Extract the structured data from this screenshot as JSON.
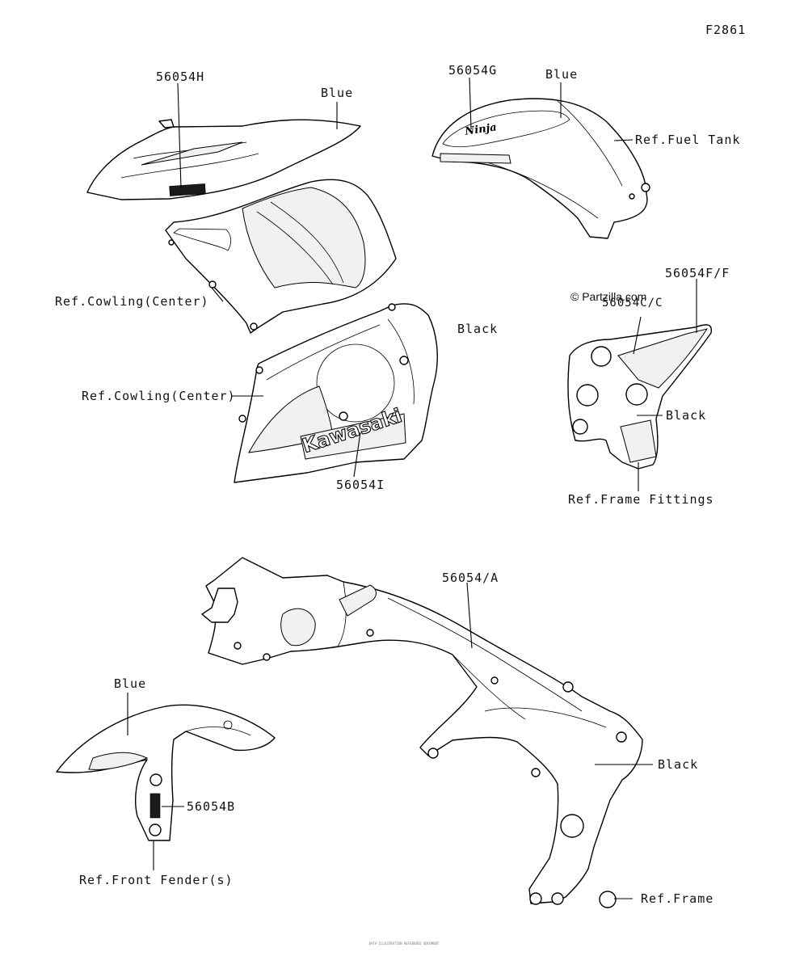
{
  "figure_id": "F2861",
  "labels": {
    "part_56054H": "56054H",
    "blue_cowling": "Blue",
    "ref_cowling_center_1": "Ref.Cowling(Center)",
    "part_56054G": "56054G",
    "blue_tank": "Blue",
    "ref_fuel_tank": "Ref.Fuel Tank",
    "black_cowling": "Black",
    "ref_cowling_center_2": "Ref.Cowling(Center)",
    "part_56054I": "56054I",
    "watermark": "© Partzilla.com",
    "part_56054F": "56054F/F",
    "part_56054C": "56054C/C",
    "black_fittings": "Black",
    "ref_frame_fittings": "Ref.Frame Fittings",
    "part_56054A": "56054/A",
    "black_frame": "Black",
    "ref_frame": "Ref.Frame",
    "blue_fender": "Blue",
    "part_56054B": "56054B",
    "ref_front_fender": "Ref.Front Fender(s)"
  },
  "decal_text": {
    "kawasaki": "Kawasaki",
    "ninja": "Ninja"
  },
  "footer_text": "DATA ILLUSTRATION REFERENCE DOCUMENT"
}
